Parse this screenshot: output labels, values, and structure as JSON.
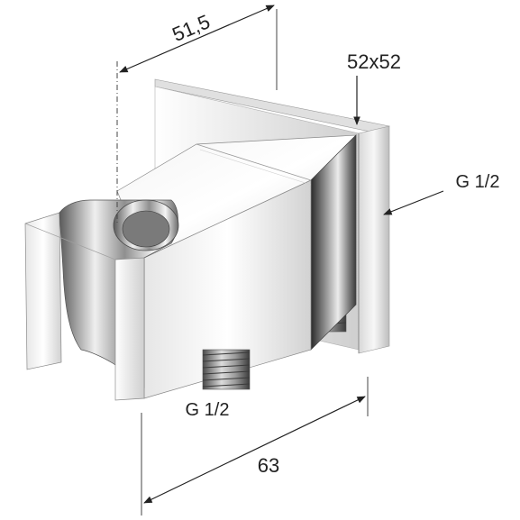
{
  "drawing": {
    "product": "square wall outlet with hand shower holder",
    "view": "isometric technical drawing",
    "dimensions": {
      "depth_label": "51,5",
      "plate_label": "52x52",
      "rear_thread_label": "G 1/2",
      "bottom_thread_label": "G 1/2",
      "height_label": "63"
    },
    "colors": {
      "line": "#222222",
      "chrome_light": "#f2f2f2",
      "chrome_mid": "#b8b8b8",
      "chrome_dark": "#3a3a3a",
      "background": "#ffffff"
    }
  }
}
